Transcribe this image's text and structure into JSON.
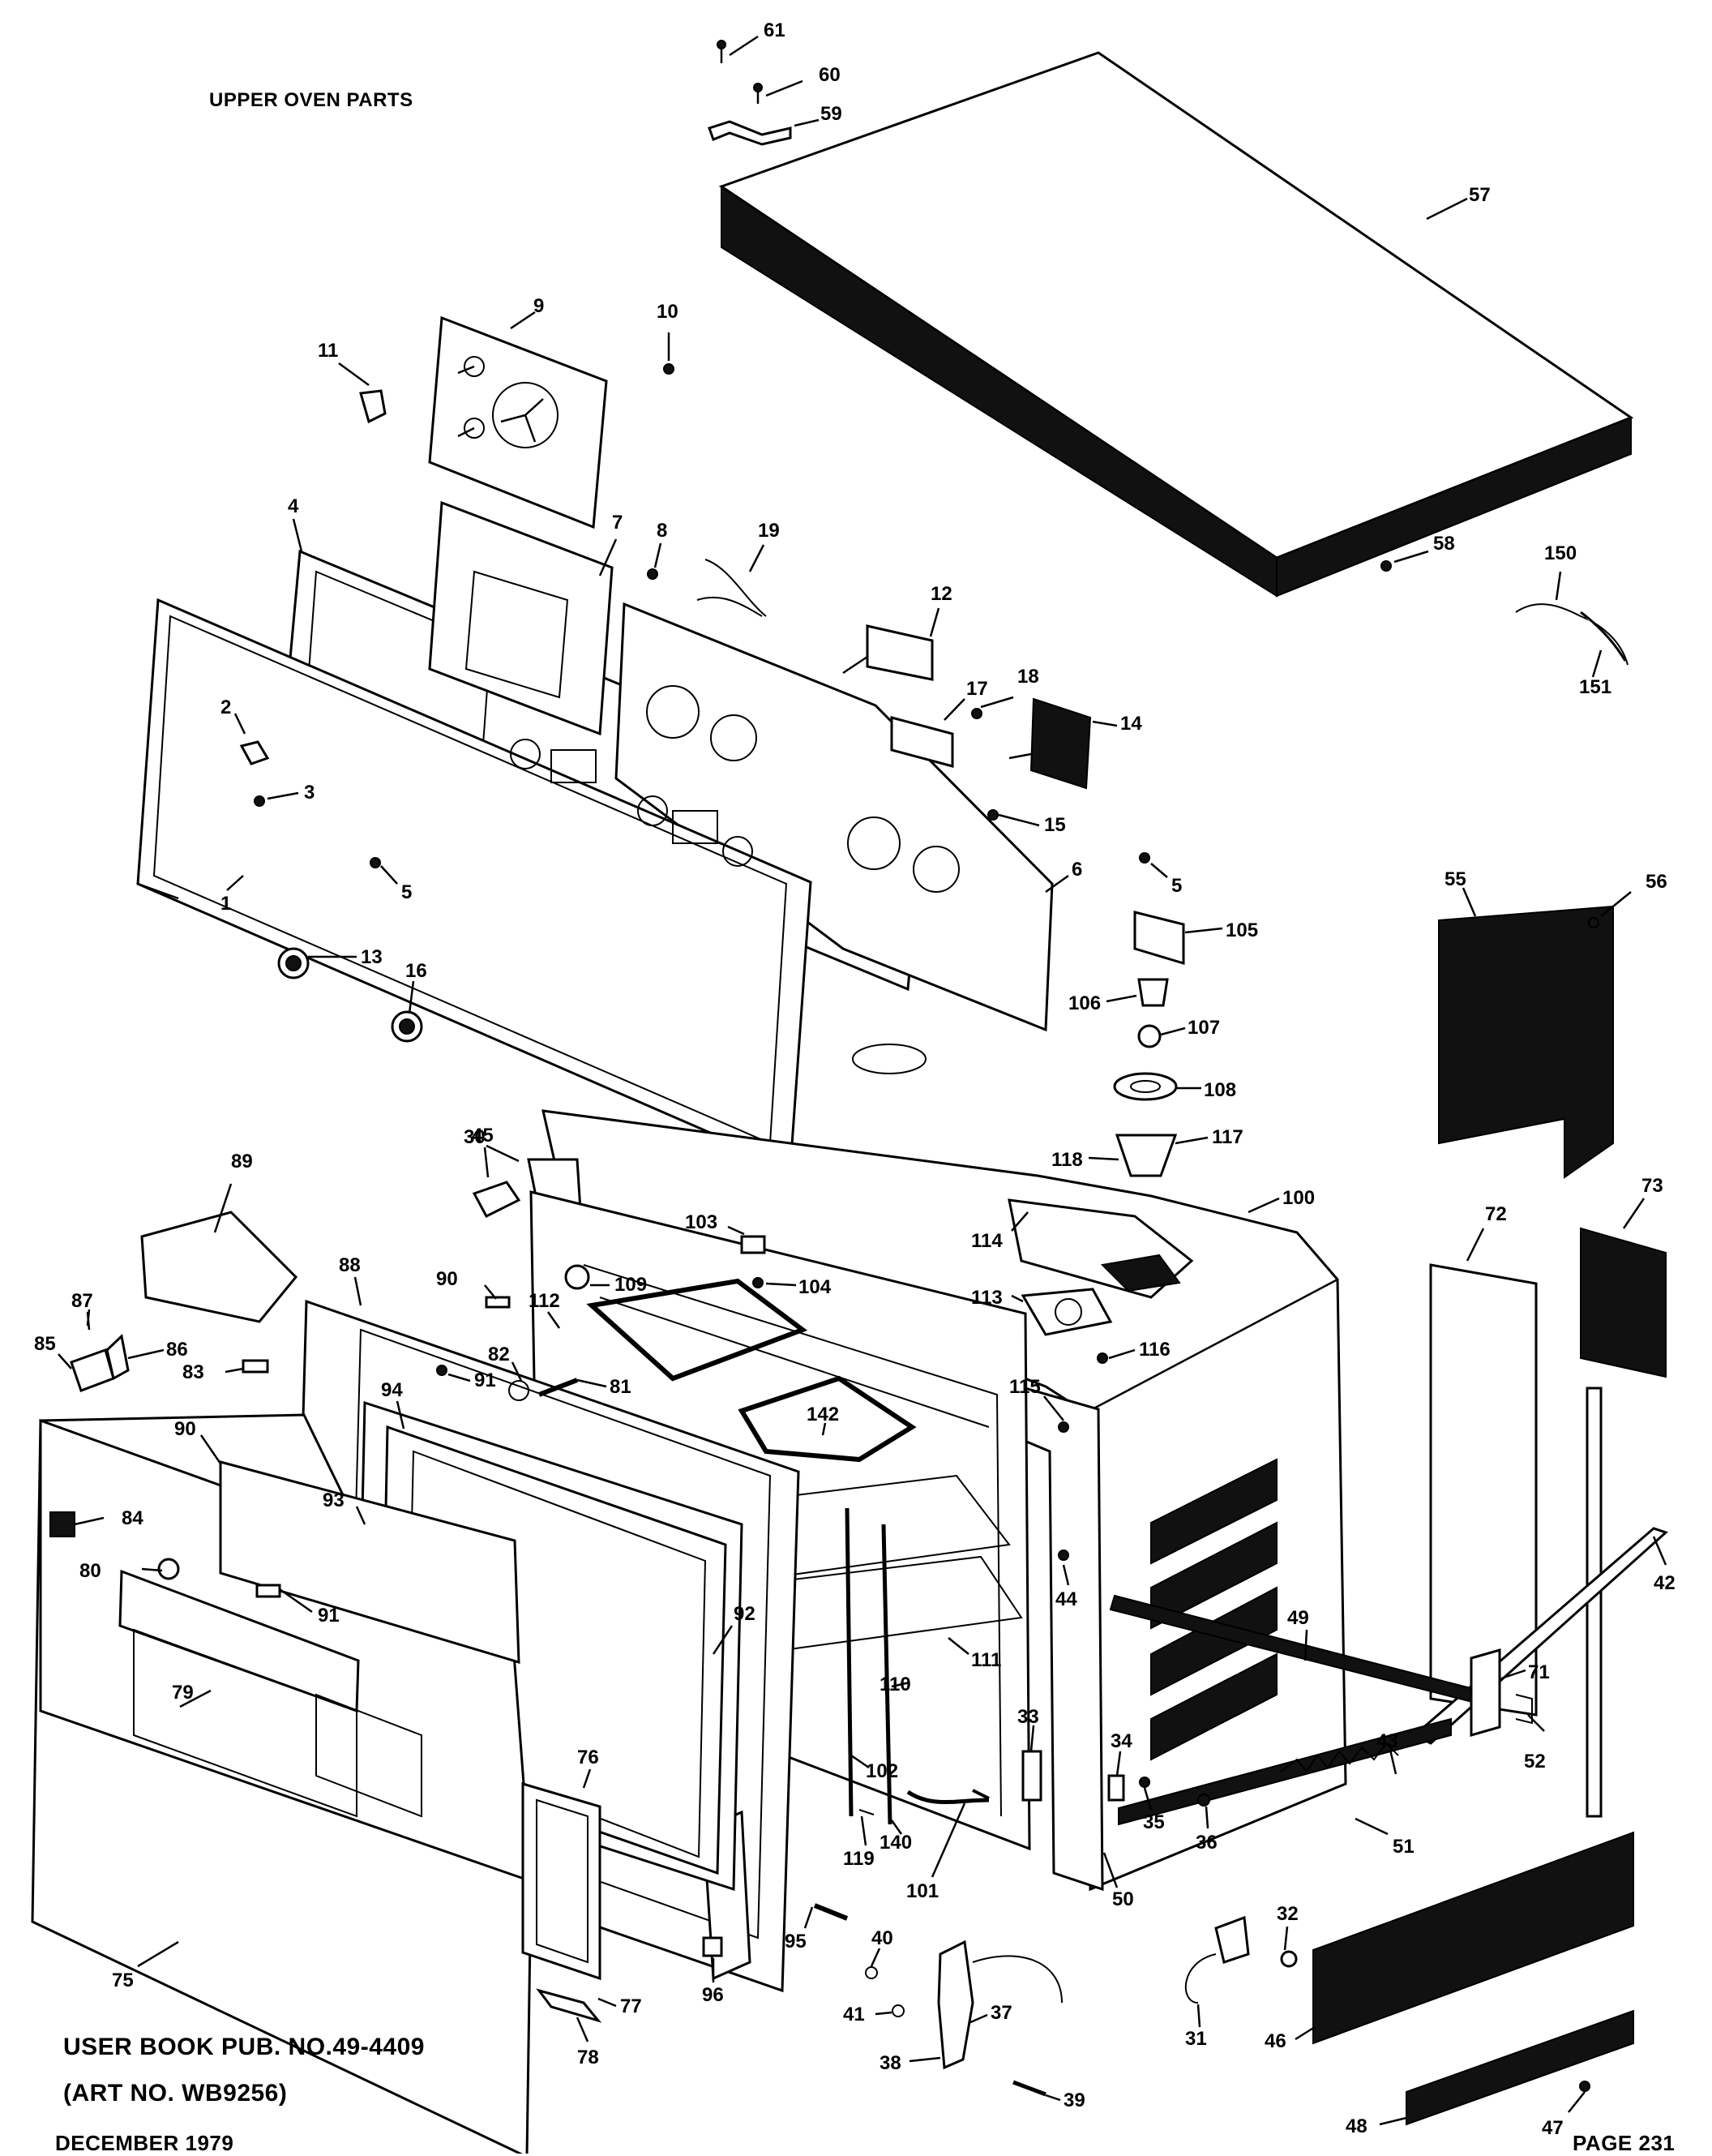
{
  "header": {
    "title": "UPPER OVEN PARTS"
  },
  "footer": {
    "user_book": "USER BOOK PUB. NO.49-4409",
    "art_no": "(ART NO. WB9256)",
    "date": "DECEMBER 1979",
    "page": "PAGE 231"
  },
  "callouts": [
    {
      "id": "c61",
      "label": "61"
    },
    {
      "id": "c60",
      "label": "60"
    },
    {
      "id": "c59",
      "label": "59"
    },
    {
      "id": "c57",
      "label": "57"
    },
    {
      "id": "c9",
      "label": "9"
    },
    {
      "id": "c10",
      "label": "10"
    },
    {
      "id": "c11",
      "label": "11"
    },
    {
      "id": "c4",
      "label": "4"
    },
    {
      "id": "c7",
      "label": "7"
    },
    {
      "id": "c8",
      "label": "8"
    },
    {
      "id": "c19",
      "label": "19"
    },
    {
      "id": "c12",
      "label": "12"
    },
    {
      "id": "c17",
      "label": "17"
    },
    {
      "id": "c18",
      "label": "18"
    },
    {
      "id": "c14",
      "label": "14"
    },
    {
      "id": "c58",
      "label": "58"
    },
    {
      "id": "c150",
      "label": "150"
    },
    {
      "id": "c151",
      "label": "151"
    },
    {
      "id": "c2",
      "label": "2"
    },
    {
      "id": "c3",
      "label": "3"
    },
    {
      "id": "c15",
      "label": "15"
    },
    {
      "id": "c1",
      "label": "1"
    },
    {
      "id": "c5a",
      "label": "5"
    },
    {
      "id": "c6",
      "label": "6"
    },
    {
      "id": "c5b",
      "label": "5"
    },
    {
      "id": "c55",
      "label": "55"
    },
    {
      "id": "c56",
      "label": "56"
    },
    {
      "id": "c105",
      "label": "105"
    },
    {
      "id": "c106",
      "label": "106"
    },
    {
      "id": "c107",
      "label": "107"
    },
    {
      "id": "c108",
      "label": "108"
    },
    {
      "id": "c117",
      "label": "117"
    },
    {
      "id": "c118",
      "label": "118"
    },
    {
      "id": "c13",
      "label": "13"
    },
    {
      "id": "c16",
      "label": "16"
    },
    {
      "id": "c30",
      "label": "30"
    },
    {
      "id": "c45",
      "label": "45"
    },
    {
      "id": "c89",
      "label": "89"
    },
    {
      "id": "c100",
      "label": "100"
    },
    {
      "id": "c103",
      "label": "103"
    },
    {
      "id": "c104",
      "label": "104"
    },
    {
      "id": "c114",
      "label": "114"
    },
    {
      "id": "c113",
      "label": "113"
    },
    {
      "id": "c72",
      "label": "72"
    },
    {
      "id": "c73",
      "label": "73"
    },
    {
      "id": "c88",
      "label": "88"
    },
    {
      "id": "c90a",
      "label": "90"
    },
    {
      "id": "c109",
      "label": "109"
    },
    {
      "id": "c112",
      "label": "112"
    },
    {
      "id": "c87",
      "label": "87"
    },
    {
      "id": "c82",
      "label": "82"
    },
    {
      "id": "c116",
      "label": "116"
    },
    {
      "id": "c85",
      "label": "85"
    },
    {
      "id": "c86",
      "label": "86"
    },
    {
      "id": "c83",
      "label": "83"
    },
    {
      "id": "c91a",
      "label": "91"
    },
    {
      "id": "c81",
      "label": "81"
    },
    {
      "id": "c115",
      "label": "115"
    },
    {
      "id": "c90b",
      "label": "90"
    },
    {
      "id": "c94",
      "label": "94"
    },
    {
      "id": "c142",
      "label": "142"
    },
    {
      "id": "c93",
      "label": "93"
    },
    {
      "id": "c84",
      "label": "84"
    },
    {
      "id": "c80",
      "label": "80"
    },
    {
      "id": "c44",
      "label": "44"
    },
    {
      "id": "c42",
      "label": "42"
    },
    {
      "id": "c91b",
      "label": "91"
    },
    {
      "id": "c92",
      "label": "92"
    },
    {
      "id": "c49",
      "label": "49"
    },
    {
      "id": "c111",
      "label": "111"
    },
    {
      "id": "c110",
      "label": "110"
    },
    {
      "id": "c71",
      "label": "71"
    },
    {
      "id": "c79",
      "label": "79"
    },
    {
      "id": "c43",
      "label": "43"
    },
    {
      "id": "c52",
      "label": "52"
    },
    {
      "id": "c76",
      "label": "76"
    },
    {
      "id": "c34",
      "label": "34"
    },
    {
      "id": "c33",
      "label": "33"
    },
    {
      "id": "c102",
      "label": "102"
    },
    {
      "id": "c35",
      "label": "35"
    },
    {
      "id": "c36",
      "label": "36"
    },
    {
      "id": "c51",
      "label": "51"
    },
    {
      "id": "c140",
      "label": "140"
    },
    {
      "id": "c119",
      "label": "119"
    },
    {
      "id": "c101",
      "label": "101"
    },
    {
      "id": "c50",
      "label": "50"
    },
    {
      "id": "c32",
      "label": "32"
    },
    {
      "id": "c75",
      "label": "75"
    },
    {
      "id": "c96",
      "label": "96"
    },
    {
      "id": "c95",
      "label": "95"
    },
    {
      "id": "c40",
      "label": "40"
    },
    {
      "id": "c77",
      "label": "77"
    },
    {
      "id": "c31",
      "label": "31"
    },
    {
      "id": "c46",
      "label": "46"
    },
    {
      "id": "c37",
      "label": "37"
    },
    {
      "id": "c41",
      "label": "41"
    },
    {
      "id": "c78",
      "label": "78"
    },
    {
      "id": "c38",
      "label": "38"
    },
    {
      "id": "c39",
      "label": "39"
    },
    {
      "id": "c48",
      "label": "48"
    },
    {
      "id": "c47",
      "label": "47"
    }
  ]
}
